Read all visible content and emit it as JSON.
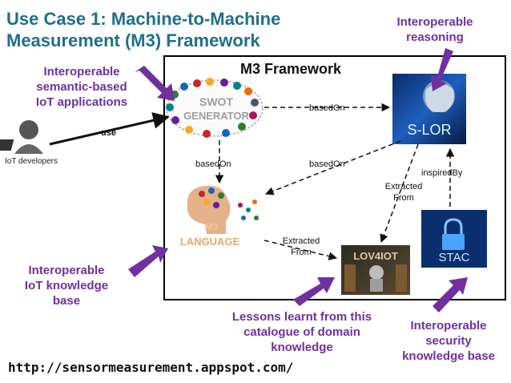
{
  "title": {
    "line1": "Use Case 1: Machine-to-Machine",
    "line2": "Measurement (M3) Framework"
  },
  "frame_title": "M3 Framework",
  "annotations": {
    "top_left": [
      "Interoperable",
      "semantic-based",
      "IoT applications"
    ],
    "top_right": [
      "Interoperable",
      "reasoning"
    ],
    "bottom_left": [
      "Interoperable",
      "IoT knowledge",
      "base"
    ],
    "bottom_center": [
      "Lessons learnt from this",
      "catalogue of domain",
      "knowledge"
    ],
    "bottom_right": [
      "Interoperable",
      "security",
      "knowledge base"
    ]
  },
  "nodes": {
    "swot": [
      "SWOT",
      "GENERATOR"
    ],
    "s_lor": "S-LOR",
    "m3_language": [
      "M3",
      "LANGUAGE"
    ],
    "lov4iot": "LOV4IOT",
    "stac": "STAC",
    "developers": "IoT developers"
  },
  "edges": {
    "use": "use",
    "swot_slor": "basedOn",
    "swot_m3": "basedOn",
    "slor_m3": "basedOn",
    "slor_lov4iot": [
      "Extracted",
      "From"
    ],
    "m3_lov4iot": [
      "Extracted",
      "From"
    ],
    "stac_slor": "inspiredBy"
  },
  "url": "http://sensormeasurement.appspot.com/",
  "colors": {
    "title": "#1f6f8b",
    "accent_purple": "#7030a0",
    "tech_blue": "#0d3f8f"
  }
}
